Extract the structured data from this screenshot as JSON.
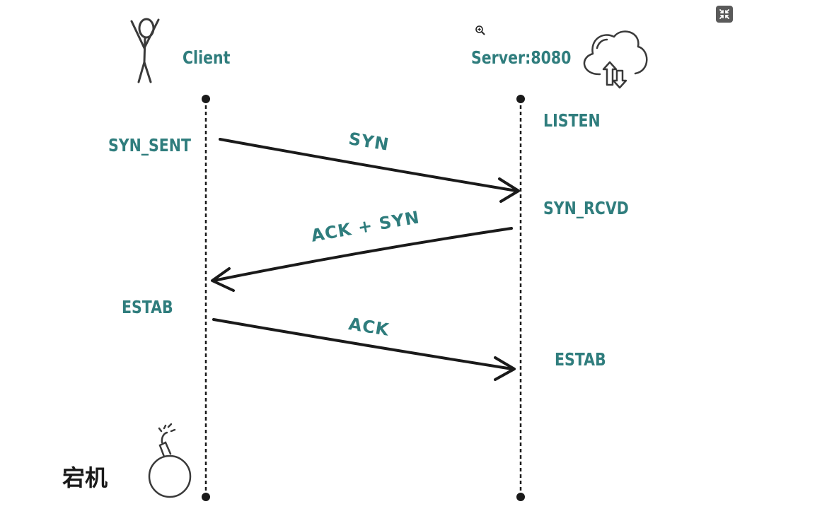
{
  "actors": {
    "client": {
      "label": "Client"
    },
    "server": {
      "label": "Server:8080"
    }
  },
  "states": {
    "client_syn_sent": "SYN_SENT",
    "server_listen": "LISTEN",
    "server_syn_rcvd": "SYN_RCVD",
    "client_estab": "ESTAB",
    "server_estab": "ESTAB"
  },
  "messages": {
    "syn": "SYN",
    "ack_syn": "ACK + SYN",
    "ack": "ACK"
  },
  "crash_label": "宕机",
  "icons": {
    "client": "stick-figure-icon",
    "server": "cloud-upload-download-icon",
    "crash": "bomb-icon",
    "zoom": "zoom-in-icon",
    "fullscreen": "fullscreen-exit-icon"
  },
  "colors": {
    "text": "#2f7d7d",
    "line": "#1a1a1a"
  }
}
